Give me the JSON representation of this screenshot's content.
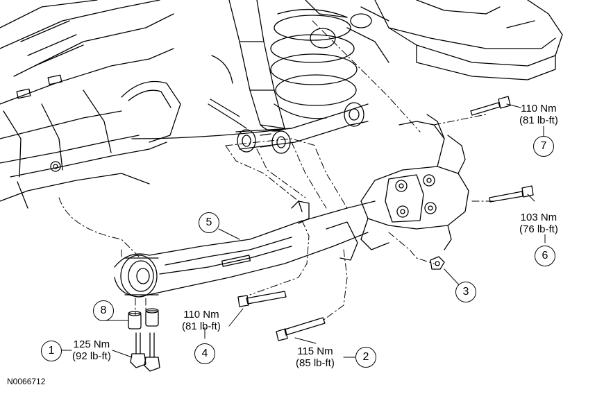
{
  "figure_id": "N0066712",
  "callouts": [
    {
      "number": "1",
      "torque_nm": "125 Nm",
      "torque_lbft": "(92 lb-ft)"
    },
    {
      "number": "2",
      "torque_nm": "115 Nm",
      "torque_lbft": "(85 lb-ft)"
    },
    {
      "number": "3"
    },
    {
      "number": "4",
      "torque_nm": "110 Nm",
      "torque_lbft": "(81 lb-ft)"
    },
    {
      "number": "5"
    },
    {
      "number": "6",
      "torque_nm": "103 Nm",
      "torque_lbft": "(76 lb-ft)"
    },
    {
      "number": "7",
      "torque_nm": "110 Nm",
      "torque_lbft": "(81 lb-ft)"
    },
    {
      "number": "8"
    }
  ]
}
